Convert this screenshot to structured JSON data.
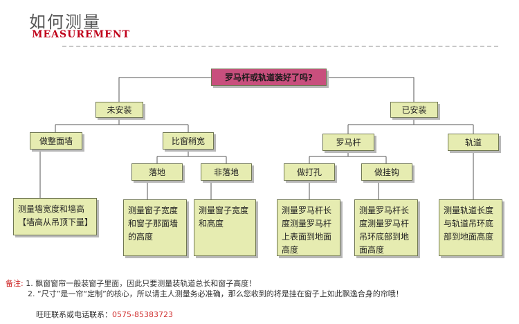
{
  "header": {
    "title": "如何测量",
    "subtitle": "MEASUREMENT"
  },
  "tree": {
    "root": "罗马杆或轨道装好了吗?",
    "not_installed": "未安装",
    "installed": "已安装",
    "flush_wall": "做整面墙",
    "wider_than_window": "比窗稍宽",
    "roman_rod": "罗马杆",
    "track": "轨道",
    "floor": "落地",
    "non_floor": "非落地",
    "punch_hole": "做打孔",
    "hang_hook": "做挂钩",
    "leaf_wall": "测量墙宽度和墙高【墙高从吊顶下量】",
    "leaf_floor": "测量窗子宽度和窗子那面墙的高度",
    "leaf_nonfloor": "测量窗子宽度和高度",
    "leaf_hole": "测量罗马杆长度测量罗马杆上表面到地面高度",
    "leaf_hook": "测量罗马杆长度测量罗马杆吊环底部到地面高度",
    "leaf_track": "测量轨道长度与轨道吊环底部到地面高度"
  },
  "notes": {
    "label": "备注:",
    "line1": "1. 飘窗窗帘一般装窗子里面，因此只要测量装轨道总长和窗子高度！",
    "line2": "2. “尺寸”是一帘“定制”的核心，所以请主人测量务必准确，那么您收到的将是挂在窗子上如此飘逸合身的帘哦！"
  },
  "contact": {
    "label": "旺旺联系或电话联系：",
    "phone": "0575-85383723"
  },
  "colors": {
    "node_fill": "#e6ecb1",
    "root_fill": "#c84f7d",
    "accent_red": "#c0001a"
  }
}
